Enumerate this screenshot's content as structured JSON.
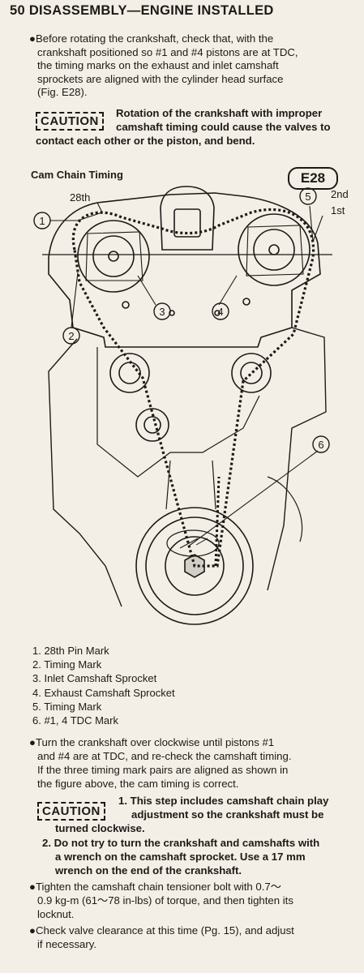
{
  "header": {
    "title": "50 DISASSEMBLY—ENGINE INSTALLED"
  },
  "intro": {
    "lines": [
      "●Before rotating the crankshaft, check that, with the",
      "crankshaft positioned so #1 and #4 pistons are at TDC,",
      "the timing marks on the exhaust and inlet camshaft",
      "sprockets are aligned with the cylinder head surface",
      "(Fig.  E28)."
    ]
  },
  "caution1": {
    "label": "CAUTION",
    "lines": [
      "Rotation of the crankshaft with improper",
      "camshaft timing could cause the valves to",
      "contact each other or the piston, and bend."
    ]
  },
  "figure": {
    "caption": "Cam Chain Timing",
    "label": "E28",
    "callouts": {
      "c1": "1",
      "c2": "2",
      "c3": "3",
      "c4": "4",
      "c5": "5",
      "c6": "6",
      "pin28": "28th",
      "second": "2nd",
      "first": "1st"
    }
  },
  "legend": {
    "items": [
      "1.  28th Pin Mark",
      "2.  Timing Mark",
      "3.  Inlet Camshaft Sprocket",
      "4.  Exhaust Camshaft Sprocket",
      "5.  Timing Mark",
      "6.  #1, 4 TDC Mark"
    ]
  },
  "turn": {
    "lines": [
      "●Turn the crankshaft over clockwise until pistons #1",
      "and #4 are at TDC, and re-check the camshaft timing.",
      "If the three timing mark pairs are aligned as shown in",
      "the figure above, the cam timing is correct."
    ]
  },
  "caution2": {
    "label": "CAUTION",
    "lines": [
      "1.  This step includes camshaft chain play",
      "adjustment so the crankshaft must be",
      "turned clockwise.",
      "2.  Do not try to turn the crankshaft and camshafts with",
      "a wrench on the camshaft sprocket.  Use a 17 mm",
      "wrench on the end of the crankshaft."
    ]
  },
  "tighten": {
    "lines": [
      "●Tighten the camshaft chain tensioner bolt with 0.7～",
      "0.9 kg-m (61～78 in-lbs) of torque, and then tighten its",
      "locknut."
    ]
  },
  "check": {
    "lines": [
      "●Check valve clearance at this time (Pg. 15), and adjust",
      "if necessary."
    ]
  },
  "colors": {
    "paper": "#f3efe6",
    "ink": "#1c1a17"
  }
}
